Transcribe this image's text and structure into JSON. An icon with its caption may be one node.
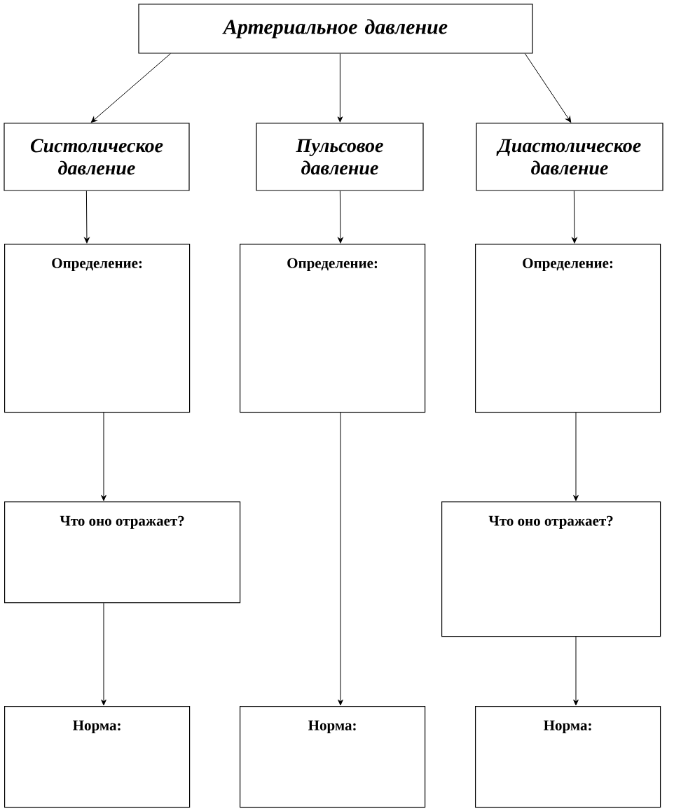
{
  "diagram": {
    "nodes": [
      {
        "text": [
          "Артериальное давление"
        ]
      },
      {
        "text": [
          "Систолическое давление"
        ]
      },
      {
        "text": [
          "Пульсовое давление"
        ]
      },
      {
        "text": [
          "Диастолическое давление"
        ]
      },
      {
        "text": [
          "Определение:"
        ]
      },
      {
        "text": [
          "Определение:"
        ]
      },
      {
        "text": [
          "Определение:"
        ]
      },
      {
        "text": [
          "Что оно отражает?"
        ]
      },
      {
        "text": [
          "Что оно отражает?"
        ]
      },
      {
        "text": [
          "Норма:"
        ]
      },
      {
        "text": [
          "Норма:"
        ]
      },
      {
        "text": [
          "Норма:"
        ]
      }
    ],
    "edges": [
      {
        "from": 0,
        "to": 1,
        "arrow": "to"
      },
      {
        "from": 0,
        "to": 2,
        "arrow": "to"
      },
      {
        "from": 0,
        "to": 3,
        "arrow": "to"
      },
      {
        "from": 1,
        "to": 4,
        "arrow": "to"
      },
      {
        "from": 2,
        "to": 5,
        "arrow": "to"
      },
      {
        "from": 3,
        "to": 6,
        "arrow": "to"
      },
      {
        "from": 4,
        "to": 7,
        "arrow": "to"
      },
      {
        "from": 6,
        "to": 8,
        "arrow": "to"
      },
      {
        "from": 5,
        "to": 10,
        "arrow": "to"
      },
      {
        "from": 7,
        "to": 9,
        "arrow": "to"
      },
      {
        "from": 8,
        "to": 11,
        "arrow": "to"
      }
    ]
  }
}
